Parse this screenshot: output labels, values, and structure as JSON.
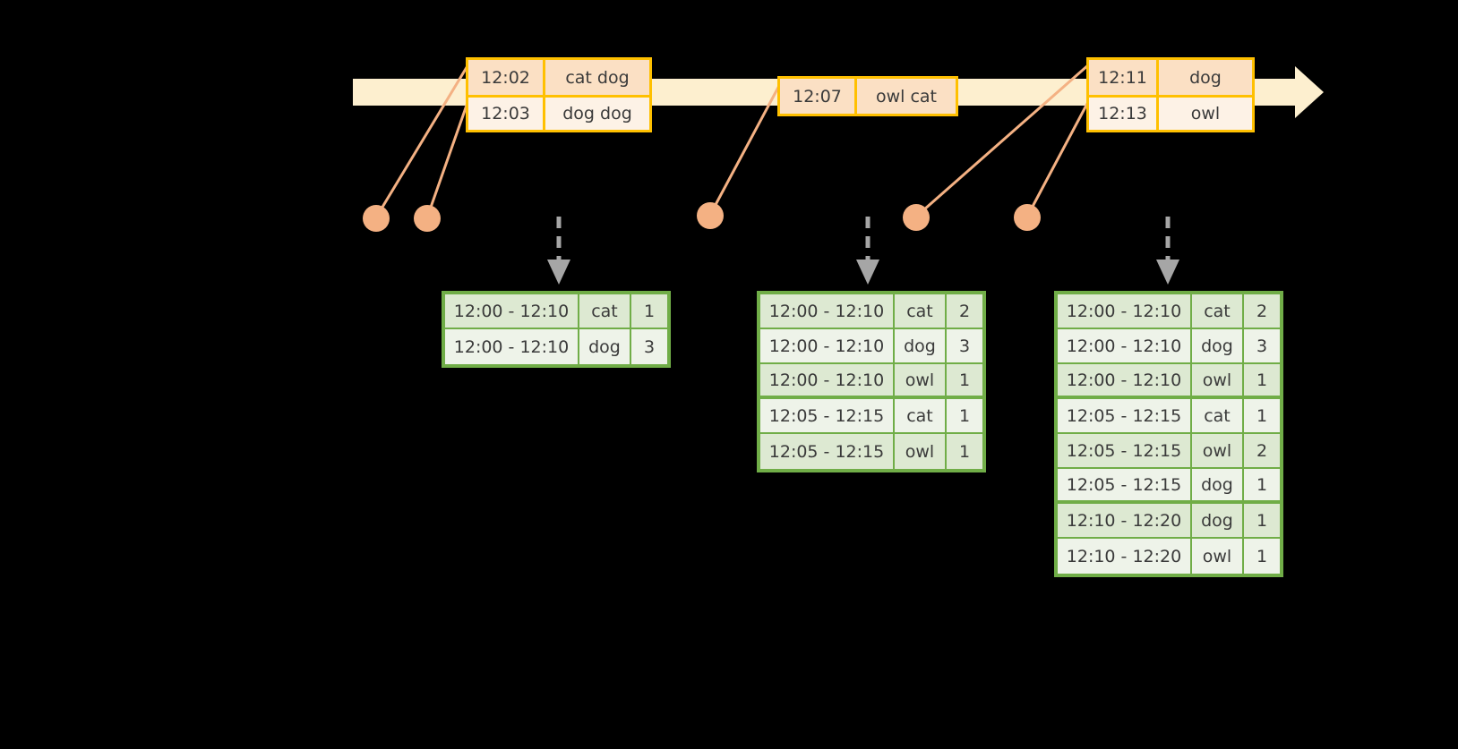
{
  "diagram": {
    "title": "sliding-window word count over an event timeline",
    "colors": {
      "background": "#000000",
      "timeline_fill": "#fdefcf",
      "event_border": "#ffc000",
      "event_fill_a": "#fbe0c4",
      "event_fill_b": "#fdf2e6",
      "connector": "#f4b183",
      "table_border": "#70ad47",
      "table_fill_a": "#dde9d2",
      "table_fill_b": "#eef3e9",
      "arrow_gray": "#a6a6a6",
      "text": "#3a3a3a"
    }
  },
  "timeline": {
    "name": "event-timeline",
    "arrow_direction": "right"
  },
  "events": [
    {
      "name": "event-box-1",
      "rows": [
        {
          "time": "12:02",
          "payload": "cat dog"
        },
        {
          "time": "12:03",
          "payload": "dog dog"
        }
      ]
    },
    {
      "name": "event-box-2",
      "rows": [
        {
          "time": "12:07",
          "payload": "owl cat"
        }
      ]
    },
    {
      "name": "event-box-3",
      "rows": [
        {
          "time": "12:11",
          "payload": "dog"
        },
        {
          "time": "12:13",
          "payload": "owl"
        }
      ]
    }
  ],
  "connector_dots": [
    {
      "name": "connector-dot-1"
    },
    {
      "name": "connector-dot-2"
    },
    {
      "name": "connector-dot-3"
    },
    {
      "name": "connector-dot-4"
    },
    {
      "name": "connector-dot-5"
    }
  ],
  "results": [
    {
      "name": "result-table-1",
      "rows": [
        {
          "window": "12:00 - 12:10",
          "word": "cat",
          "count": "1",
          "group": 1
        },
        {
          "window": "12:00 - 12:10",
          "word": "dog",
          "count": "3",
          "group": 1
        }
      ]
    },
    {
      "name": "result-table-2",
      "rows": [
        {
          "window": "12:00 - 12:10",
          "word": "cat",
          "count": "2",
          "group": 1
        },
        {
          "window": "12:00 - 12:10",
          "word": "dog",
          "count": "3",
          "group": 1
        },
        {
          "window": "12:00 - 12:10",
          "word": "owl",
          "count": "1",
          "group": 1
        },
        {
          "window": "12:05 - 12:15",
          "word": "cat",
          "count": "1",
          "group": 2
        },
        {
          "window": "12:05 - 12:15",
          "word": "owl",
          "count": "1",
          "group": 2
        }
      ]
    },
    {
      "name": "result-table-3",
      "rows": [
        {
          "window": "12:00 - 12:10",
          "word": "cat",
          "count": "2",
          "group": 1
        },
        {
          "window": "12:00 - 12:10",
          "word": "dog",
          "count": "3",
          "group": 1
        },
        {
          "window": "12:00 - 12:10",
          "word": "owl",
          "count": "1",
          "group": 1
        },
        {
          "window": "12:05 - 12:15",
          "word": "cat",
          "count": "1",
          "group": 2
        },
        {
          "window": "12:05 - 12:15",
          "word": "owl",
          "count": "2",
          "group": 2
        },
        {
          "window": "12:05 - 12:15",
          "word": "dog",
          "count": "1",
          "group": 2
        },
        {
          "window": "12:10 - 12:20",
          "word": "dog",
          "count": "1",
          "group": 3
        },
        {
          "window": "12:10 - 12:20",
          "word": "owl",
          "count": "1",
          "group": 3
        }
      ]
    }
  ]
}
